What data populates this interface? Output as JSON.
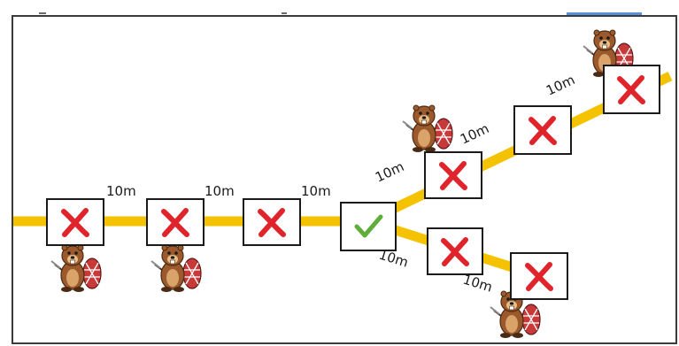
{
  "diagram": {
    "distance_labels": [
      "10m",
      "10m",
      "10m",
      "10m",
      "10m",
      "10m",
      "10m",
      "10m"
    ],
    "stations": [
      {
        "id": "s1",
        "state": "cross"
      },
      {
        "id": "s2",
        "state": "cross"
      },
      {
        "id": "s3",
        "state": "cross"
      },
      {
        "id": "s4",
        "state": "check"
      },
      {
        "id": "s5",
        "state": "cross"
      },
      {
        "id": "s6",
        "state": "cross"
      },
      {
        "id": "s7",
        "state": "cross"
      },
      {
        "id": "s8",
        "state": "cross"
      },
      {
        "id": "s9",
        "state": "cross"
      }
    ],
    "beavers": [
      "b1",
      "b2",
      "b3",
      "b4",
      "b5"
    ],
    "colors": {
      "path": "#f5c200",
      "cross": "#e0242b",
      "check": "#5fae3a",
      "beaver_body": "#9c5a2c",
      "beaver_dark": "#4a2a14",
      "tail": "#c83a3a"
    }
  }
}
